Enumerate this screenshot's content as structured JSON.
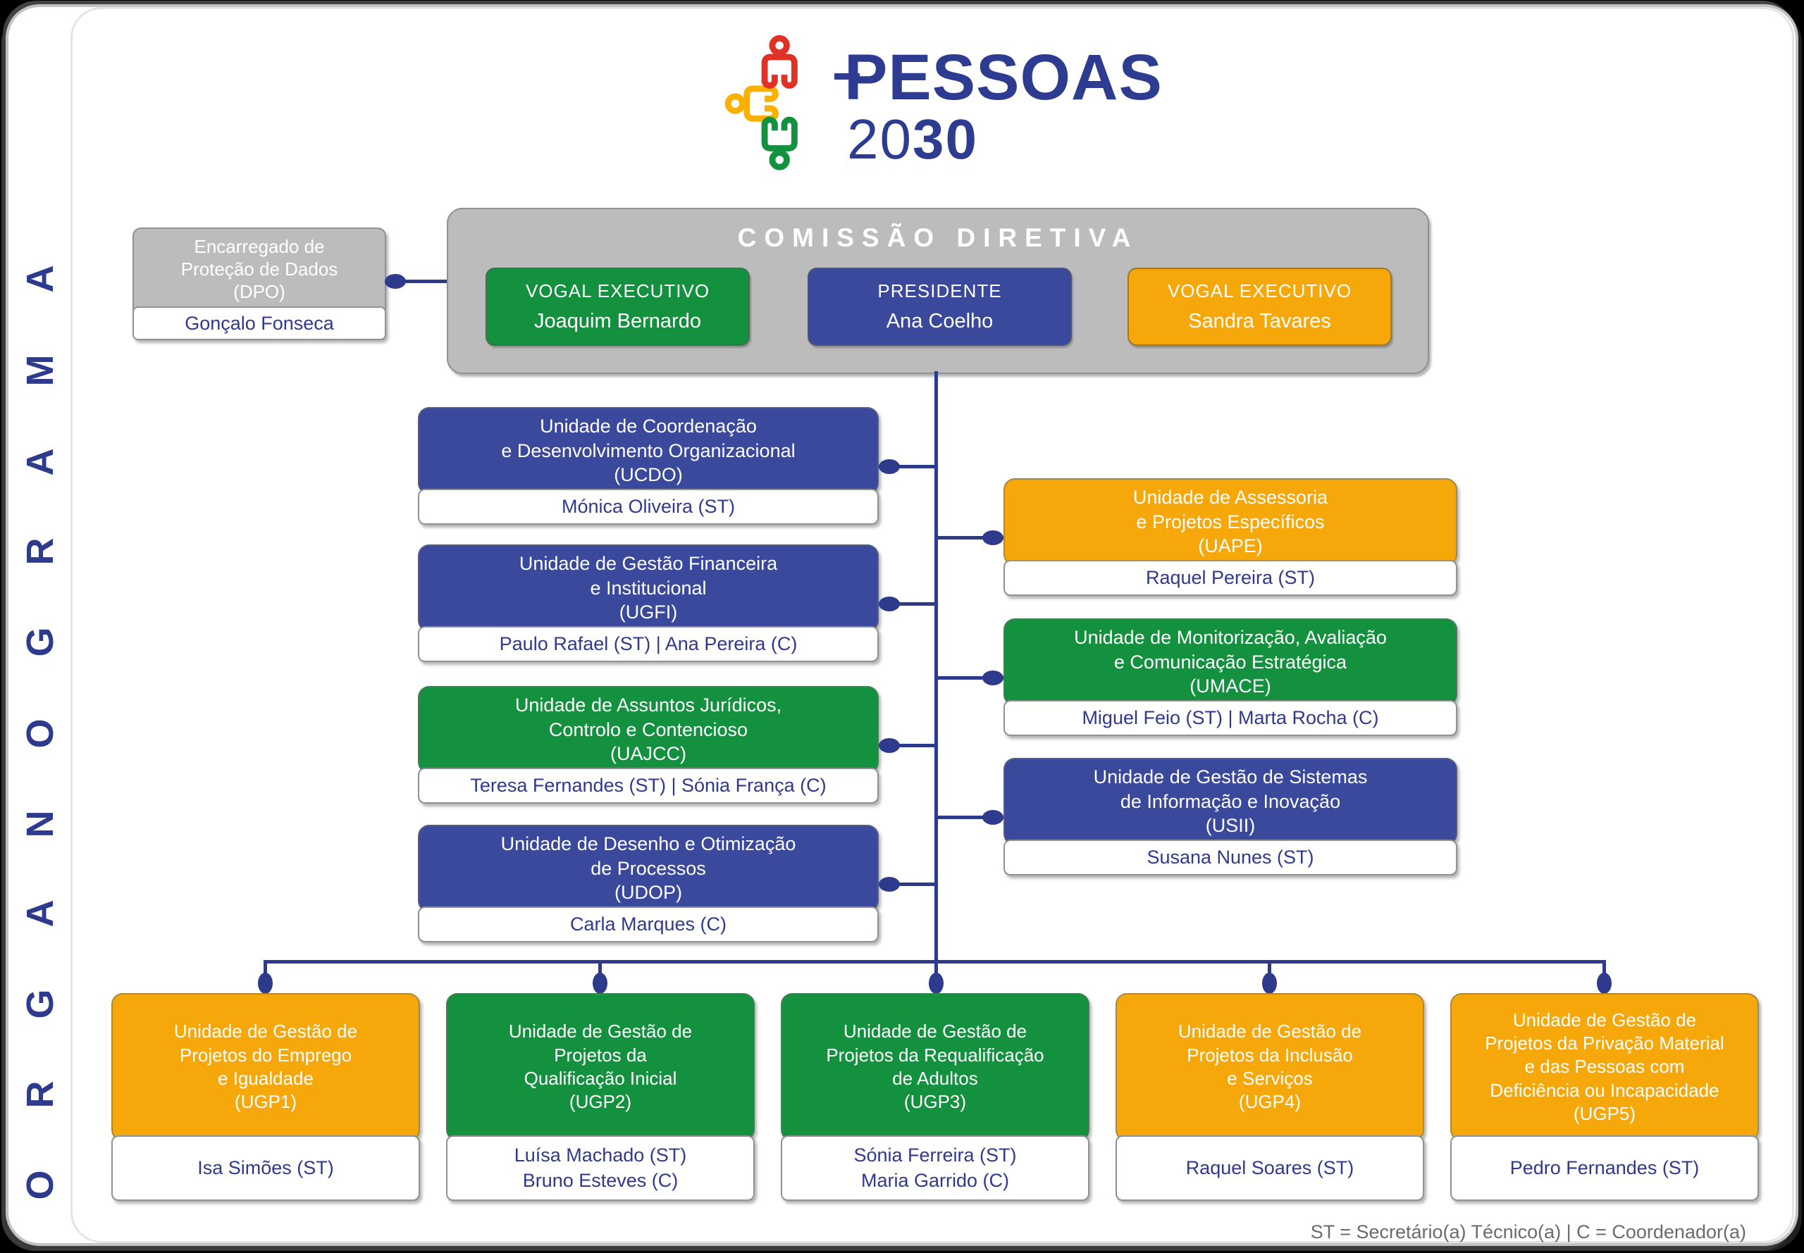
{
  "page": {
    "side_label": "ORGANOGRAMA",
    "footnote": "ST = Secretário(a) Técnico(a)  |  C = Coordenador(a)"
  },
  "logo": {
    "title": "PESSOAS",
    "year_light": "20",
    "year_bold": "30"
  },
  "colors": {
    "navy_line": "#2E3A8C",
    "blue_box": "#3A499B",
    "green_box": "#13913F",
    "orange_box": "#F6A80B",
    "gray_box": "#BCBCBD",
    "logo_blue": "#2D3B90",
    "logo_red": "#E03127",
    "logo_yellow": "#F9B000",
    "logo_green": "#13913F",
    "footnote_gray": "#6A6B6E"
  },
  "commission": {
    "title": "COMISSÃO DIRETIVA",
    "members": [
      {
        "role": "VOGAL EXECUTIVO",
        "name": "Joaquim Bernardo",
        "variant": "green"
      },
      {
        "role": "PRESIDENTE",
        "name": "Ana Coelho",
        "variant": "blue"
      },
      {
        "role": "VOGAL EXECUTIVO",
        "name": "Sandra Tavares",
        "variant": "orange"
      }
    ]
  },
  "dpo": {
    "title": "Encarregado de\nProteção de Dados\n(DPO)",
    "name": "Gonçalo Fonseca"
  },
  "left_units": [
    {
      "title": "Unidade de Coordenação\ne Desenvolvimento Organizacional\n(UCDO)",
      "staff": "Mónica Oliveira (ST)",
      "variant": "blue"
    },
    {
      "title": "Unidade de Gestão Financeira\ne Institucional\n(UGFI)",
      "staff": "Paulo Rafael (ST)  |  Ana Pereira (C)",
      "variant": "blue"
    },
    {
      "title": "Unidade de Assuntos Jurídicos,\nControlo e Contencioso\n(UAJCC)",
      "staff": "Teresa Fernandes (ST)  |  Sónia França (C)",
      "variant": "green"
    },
    {
      "title": "Unidade de Desenho e Otimização\nde Processos\n(UDOP)",
      "staff": "Carla Marques (C)",
      "variant": "blue"
    }
  ],
  "right_units": [
    {
      "title": "Unidade de Assessoria\ne Projetos Específicos\n(UAPE)",
      "staff": "Raquel Pereira (ST)",
      "variant": "orange"
    },
    {
      "title": "Unidade de Monitorização, Avaliação\ne Comunicação Estratégica\n(UMACE)",
      "staff": "Miguel Feio (ST)  |  Marta Rocha (C)",
      "variant": "green"
    },
    {
      "title": "Unidade de Gestão de Sistemas\nde Informação e Inovação\n(USII)",
      "staff": "Susana Nunes (ST)",
      "variant": "blue"
    }
  ],
  "bottom_units": [
    {
      "title": "Unidade de Gestão de\nProjetos do Emprego\ne Igualdade\n(UGP1)",
      "staff": "Isa Simões (ST)",
      "variant": "orange"
    },
    {
      "title": "Unidade de Gestão de\nProjetos da\nQualificação Inicial\n(UGP2)",
      "staff": "Luísa Machado (ST)\nBruno Esteves (C)",
      "variant": "green"
    },
    {
      "title": "Unidade de Gestão de\nProjetos da Requalificação\nde Adultos\n(UGP3)",
      "staff": "Sónia Ferreira (ST)\nMaria Garrido (C)",
      "variant": "green"
    },
    {
      "title": "Unidade de Gestão de\nProjetos da Inclusão\ne Serviços\n(UGP4)",
      "staff": "Raquel Soares (ST)",
      "variant": "orange"
    },
    {
      "title": "Unidade de Gestão de\nProjetos da Privação Material\ne das Pessoas com\nDeficiência ou Incapacidade\n(UGP5)",
      "staff": "Pedro Fernandes (ST)",
      "variant": "orange"
    }
  ]
}
